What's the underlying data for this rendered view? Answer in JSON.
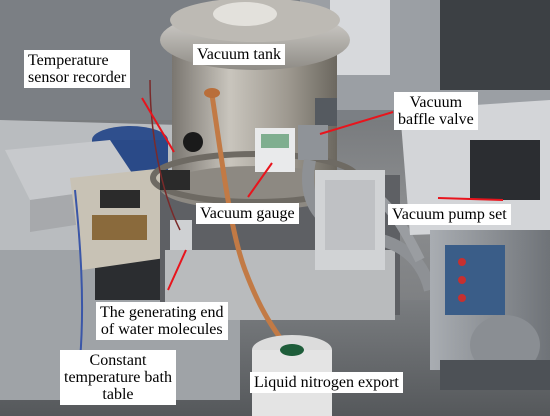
{
  "colors": {
    "label_bg": "#ffffff",
    "label_text": "#000000",
    "leader_line": "#e8141c"
  },
  "labels": {
    "vacuum_tank": "Vacuum tank",
    "temperature_sensor_recorder": [
      "Temperature",
      "sensor recorder"
    ],
    "vacuum_baffle_valve": [
      "Vacuum",
      "baffle valve"
    ],
    "vacuum_gauge": "Vacuum gauge",
    "vacuum_pump_set": "Vacuum pump set",
    "water_molecule_generating_end": [
      "The generating end",
      "of water molecules"
    ],
    "constant_temperature_bath_table": [
      "Constant",
      "temperature bath",
      "table"
    ],
    "liquid_nitrogen_export": "Liquid nitrogen export"
  }
}
